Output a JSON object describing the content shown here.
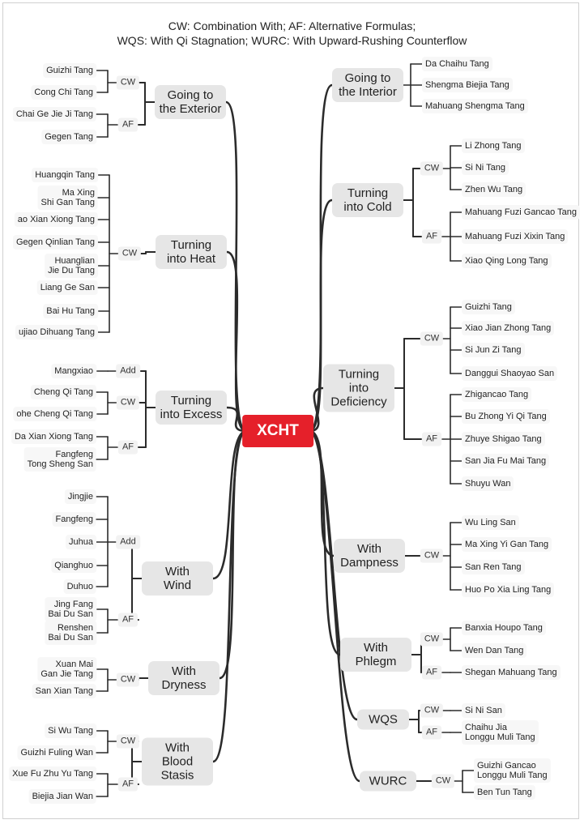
{
  "header": {
    "line1": "CW: Combination With;   AF: Alternative Formulas;",
    "line2": "WQS: With Qi Stagnation;    WURC: With Upward-Rushing Counterflow"
  },
  "root": "XCHT",
  "colors": {
    "root": "#e5202a",
    "link": "#2b2b2b",
    "topic": "#e6e6e6"
  },
  "branches": {
    "exterior": {
      "label": "Going to\nthe Exterior"
    },
    "heat": {
      "label": "Turning\ninto Heat"
    },
    "excess": {
      "label": "Turning\ninto Excess"
    },
    "wind": {
      "label": "With\nWind"
    },
    "dryness": {
      "label": "With\nDryness"
    },
    "stasis": {
      "label": "With\nBlood\nStasis"
    },
    "interior": {
      "label": "Going to\nthe Interior"
    },
    "cold": {
      "label": "Turning\ninto Cold"
    },
    "deficiency": {
      "label": "Turning\ninto Deficiency"
    },
    "dampness": {
      "label": "With\nDampness"
    },
    "phlegm": {
      "label": "With\nPhlegm"
    },
    "wqs": {
      "label": "WQS"
    },
    "wurc": {
      "label": "WURC"
    }
  },
  "groups": {
    "ext_cw": "CW",
    "ext_af": "AF",
    "heat_cw": "CW",
    "exc_add": "Add",
    "exc_cw": "CW",
    "exc_af": "AF",
    "wind_add": "Add",
    "wind_af": "AF",
    "dry_cw": "CW",
    "sta_cw": "CW",
    "sta_af": "AF",
    "cold_cw": "CW",
    "cold_af": "AF",
    "def_cw": "CW",
    "def_af": "AF",
    "damp_cw": "CW",
    "phl_cw": "CW",
    "phl_af": "AF",
    "wqs_cw": "CW",
    "wqs_af": "AF",
    "wurc_cw": "CW"
  },
  "leaves": {
    "ext_cw": [
      "Guizhi Tang",
      "Cong Chi Tang"
    ],
    "ext_af": [
      "Chai Ge Jie Ji Tang",
      "Gegen Tang"
    ],
    "heat_cw": [
      "Huangqin Tang",
      "Ma Xing\nShi Gan Tang",
      "ao Xian Xiong Tang",
      "Gegen Qinlian Tang",
      "Huanglian\nJie Du Tang",
      "Liang Ge San",
      "Bai Hu Tang",
      "ujiao Dihuang Tang"
    ],
    "exc_add": [
      "Mangxiao"
    ],
    "exc_cw": [
      "Cheng Qi Tang",
      "ohe Cheng Qi Tang"
    ],
    "exc_af": [
      "Da Xian Xiong Tang",
      "Fangfeng\nTong Sheng San"
    ],
    "wind_add": [
      "Jingjie",
      "Fangfeng",
      "Juhua",
      "Qianghuo",
      "Duhuo"
    ],
    "wind_af": [
      "Jing Fang\nBai Du San",
      "Renshen\nBai Du San"
    ],
    "dry_cw": [
      "Xuan Mai\nGan Jie Tang",
      "San Xian Tang"
    ],
    "sta_cw": [
      "Si Wu Tang",
      "Guizhi Fuling Wan"
    ],
    "sta_af": [
      "Xue Fu Zhu Yu Tang",
      "Biejia Jian Wan"
    ],
    "interior": [
      "Da Chaihu Tang",
      "Shengma Biejia Tang",
      "Mahuang Shengma Tang"
    ],
    "cold_cw": [
      "Li Zhong Tang",
      "Si Ni Tang",
      "Zhen Wu Tang"
    ],
    "cold_af": [
      "Mahuang Fuzi Gancao Tang",
      "Mahuang Fuzi Xixin Tang",
      "Xiao Qing Long Tang"
    ],
    "def_cw": [
      "Guizhi Tang",
      "Xiao Jian Zhong Tang",
      "Si Jun Zi Tang",
      "Danggui Shaoyao San"
    ],
    "def_af": [
      "Zhigancao Tang",
      "Bu Zhong Yi Qi Tang",
      "Zhuye Shigao Tang",
      "San Jia Fu Mai Tang",
      "Shuyu Wan"
    ],
    "damp_cw": [
      "Wu Ling San",
      "Ma Xing Yi Gan Tang",
      "San Ren Tang",
      "Huo Po Xia Ling Tang"
    ],
    "phl_cw": [
      "Banxia Houpo Tang",
      "Wen Dan Tang"
    ],
    "phl_af": [
      "Shegan Mahuang Tang"
    ],
    "wqs_cw": [
      "Si Ni San"
    ],
    "wqs_af": [
      "Chaihu Jia\nLonggu Muli Tang"
    ],
    "wurc_cw": [
      "Guizhi Gancao\nLonggu Muli Tang",
      "Ben Tun Tang"
    ]
  }
}
